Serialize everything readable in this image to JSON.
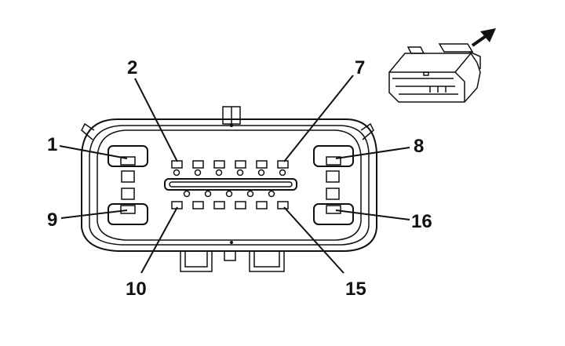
{
  "pin_labels": {
    "p1": "1",
    "p2": "2",
    "p7": "7",
    "p8": "8",
    "p9": "9",
    "p10": "10",
    "p15": "15",
    "p16": "16"
  },
  "icons": {
    "direction_arrow": "arrow-up-right-icon",
    "connector_thumbnail": "connector-3d-icon"
  },
  "colors": {
    "line": "#111111",
    "background": "#ffffff"
  }
}
